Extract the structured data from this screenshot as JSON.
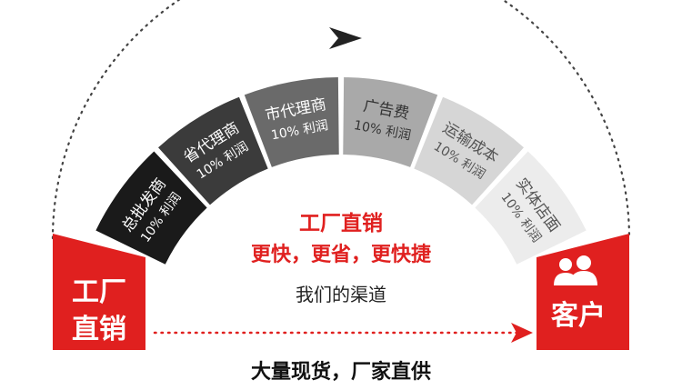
{
  "left_block": {
    "line1": "工厂",
    "line2": "直销",
    "color": "#e0201f"
  },
  "right_block": {
    "label": "客户",
    "icon": "users-icon",
    "color": "#e0201f"
  },
  "segments": [
    {
      "name": "总批发商",
      "profit": "10% 利润",
      "color": "#1a1a1a",
      "text_style": "light"
    },
    {
      "name": "省代理商",
      "profit": "10% 利润",
      "color": "#3b3b3b",
      "text_style": "light"
    },
    {
      "name": "市代理商",
      "profit": "10% 利润",
      "color": "#6a6a6a",
      "text_style": "light"
    },
    {
      "name": "广告费",
      "profit": "10% 利润",
      "color": "#a9a9a9",
      "text_style": "dark"
    },
    {
      "name": "运输成本",
      "profit": "10% 利润",
      "color": "#d6d6d6",
      "text_style": "mid"
    },
    {
      "name": "实体店面",
      "profit": "10% 利润",
      "color": "#ececec",
      "text_style": "mid"
    }
  ],
  "center": {
    "title": "工厂直销",
    "slogan": "更快，更省，更快捷",
    "channel": "我们的渠道"
  },
  "bottom": {
    "tagline": "大量现货，厂家直供"
  },
  "colors": {
    "accent": "#e0201f",
    "dotted_top": "#333333",
    "dotted_bottom": "#e0201f"
  }
}
